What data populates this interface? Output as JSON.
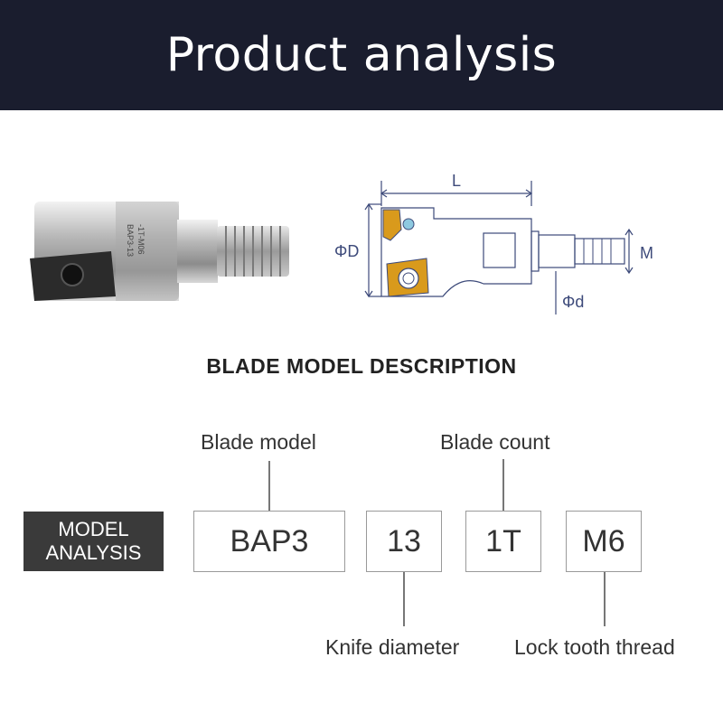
{
  "header": {
    "title": "Product analysis"
  },
  "diagram": {
    "length_label": "L",
    "diameter_label": "ΦD",
    "shank_label": "Φd",
    "thread_label": "M"
  },
  "product_photo": {
    "engraving_line1": "BAP3-13",
    "engraving_line2": "-1T-M06"
  },
  "section": {
    "title": "BLADE MODEL DESCRIPTION"
  },
  "model_badge": {
    "line1": "MODEL",
    "line2": "ANALYSIS"
  },
  "parts": [
    {
      "code": "BAP3",
      "label": "Blade model"
    },
    {
      "code": "13",
      "label": "Knife diameter"
    },
    {
      "code": "1T",
      "label": "Blade count"
    },
    {
      "code": "M6",
      "label": "Lock tooth thread"
    }
  ],
  "colors": {
    "header_bg": "#1a1d2e",
    "badge_bg": "#3a3a3a",
    "insert_gold": "#d99a1c",
    "drawing_line": "#3d4a7a"
  }
}
